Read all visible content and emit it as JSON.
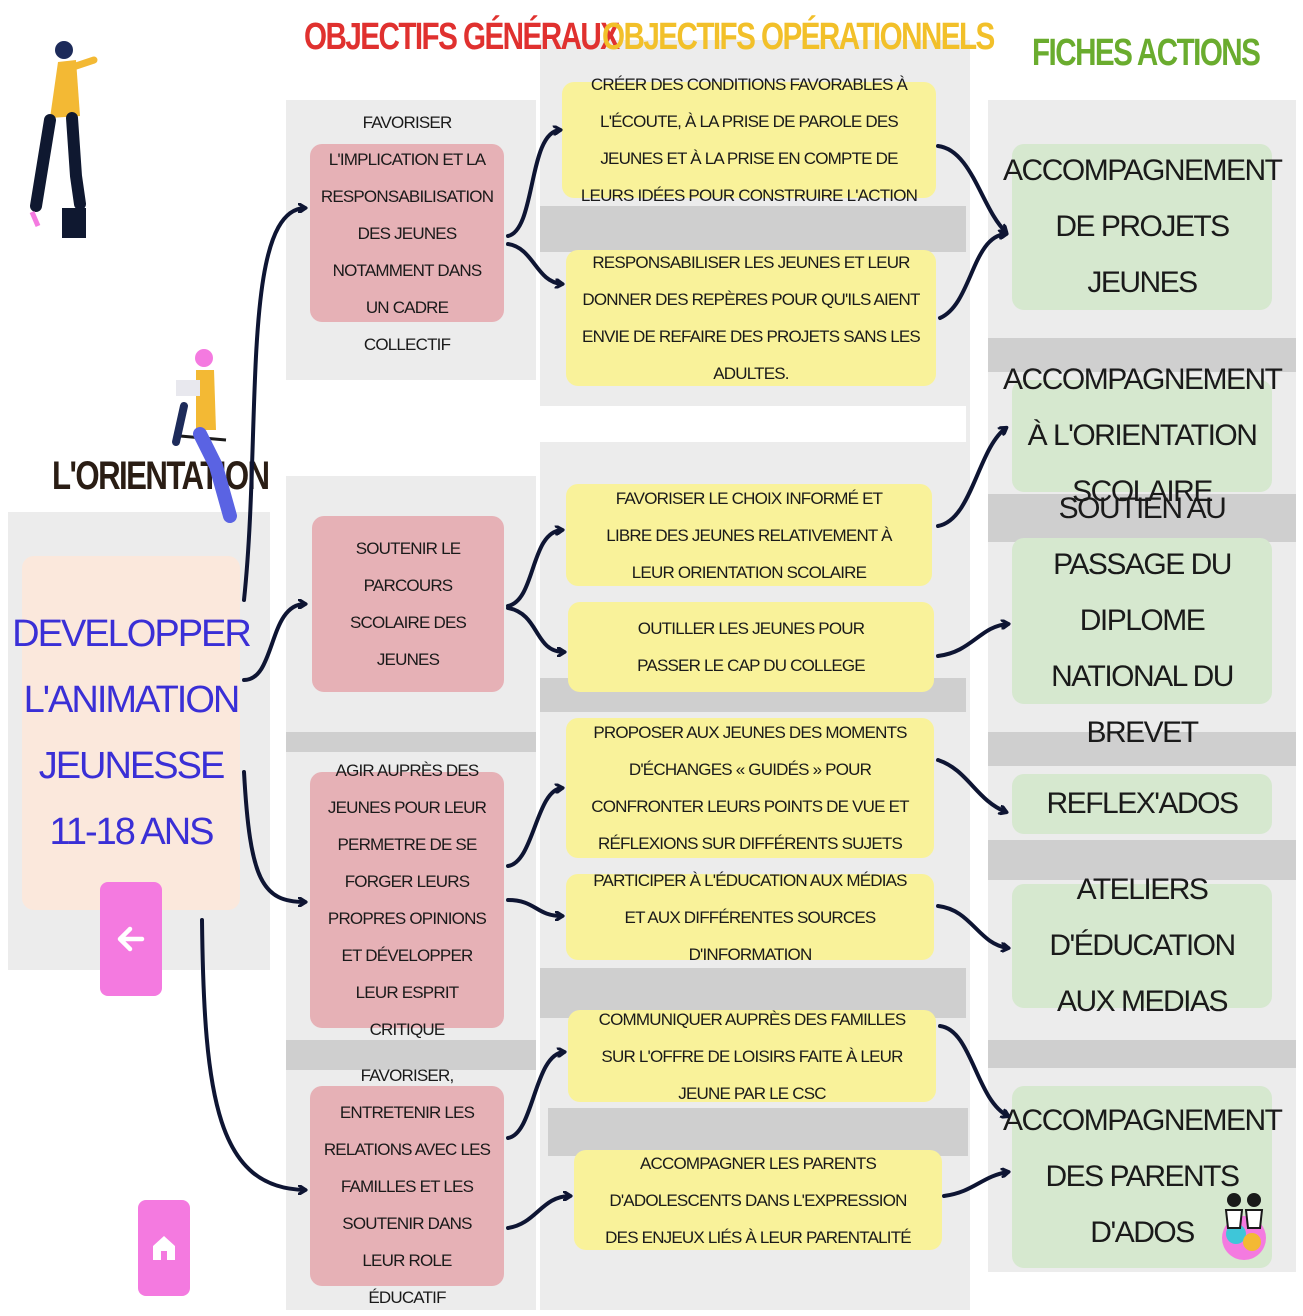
{
  "headings": {
    "general": "OBJECTIFS GÉNÉRAUX",
    "operational": "OBJECTIFS OPÉRATIONNELS",
    "actions": "FICHES ACTIONS",
    "orientation": "L'ORIENTATION"
  },
  "root": {
    "line1": "DEVELOPPER",
    "line2": "L'ANIMATION",
    "line3": "JEUNESSE",
    "line4": "11-18 ANS"
  },
  "general_objectives": [
    {
      "text": "FAVORISER L'IMPLICATION ET LA RESPONSABILISATION DES JEUNES NOTAMMENT DANS UN CADRE COLLECTIF"
    },
    {
      "text": "SOUTENIR LE PARCOURS SCOLAIRE DES JEUNES"
    },
    {
      "text": "AGIR AUPRÈS DES JEUNES POUR LEUR PERMETRE DE SE FORGER LEURS PROPRES OPINIONS ET DÉVELOPPER LEUR ESPRIT CRITIQUE"
    },
    {
      "text": "FAVORISER, ENTRETENIR LES RELATIONS AVEC LES FAMILLES ET LES SOUTENIR DANS LEUR ROLE ÉDUCATIF"
    }
  ],
  "operational_objectives": [
    {
      "text": "CRÉER DES CONDITIONS FAVORABLES À L'ÉCOUTE, À LA PRISE DE PAROLE DES JEUNES ET À LA PRISE EN COMPTE DE LEURS IDÉES POUR CONSTRUIRE L'ACTION"
    },
    {
      "text": "RESPONSABILISER LES JEUNES ET LEUR DONNER DES REPÈRES POUR QU'ILS AIENT ENVIE DE REFAIRE DES PROJETS SANS LES ADULTES."
    },
    {
      "text": "FAVORISER LE CHOIX INFORMÉ ET LIBRE DES JEUNES RELATIVEMENT À LEUR ORIENTATION SCOLAIRE"
    },
    {
      "text": "OUTILLER LES JEUNES POUR PASSER LE CAP DU COLLEGE"
    },
    {
      "text": "PROPOSER AUX JEUNES DES MOMENTS D'ÉCHANGES « GUIDÉS » POUR CONFRONTER LEURS POINTS DE VUE ET RÉFLEXIONS SUR DIFFÉRENTS SUJETS"
    },
    {
      "text": "PARTICIPER À L'ÉDUCATION AUX MÉDIAS ET AUX DIFFÉRENTES SOURCES D'INFORMATION"
    },
    {
      "text": "COMMUNIQUER AUPRÈS DES FAMILLES SUR L'OFFRE DE LOISIRS FAITE À LEUR JEUNE PAR LE CSC"
    },
    {
      "text": "ACCOMPAGNER LES PARENTS D'ADOLESCENTS DANS L'EXPRESSION DES ENJEUX LIÉS À LEUR PARENTALITÉ"
    }
  ],
  "action_sheets": [
    {
      "text": "ACCOMPAGNEMENT DE PROJETS JEUNES"
    },
    {
      "text": "ACCOMPAGNEMENT À L'ORIENTATION SCOLAIRE"
    },
    {
      "text": "SOUTIEN AU PASSAGE DU DIPLOME NATIONAL DU BREVET"
    },
    {
      "text": "REFLEX'ADOS"
    },
    {
      "text": "ATELIERS D'ÉDUCATION AUX MEDIAS"
    },
    {
      "text": "ACCOMPAGNEMENT DES PARENTS D'ADOS"
    }
  ],
  "nav": {
    "back_icon": "arrow-left-icon",
    "home_icon": "home-icon"
  },
  "colors": {
    "general_heading": "#e0312f",
    "operational_heading": "#f2c02a",
    "actions_heading": "#6aac2e",
    "general_box": "#e6b1b6",
    "operational_box": "#f9f29a",
    "action_box": "#d6e8cf",
    "root_box": "#fbe8dc",
    "root_text": "#3a2fd6",
    "nav_button": "#f47ae0",
    "arrow": "#0e1533"
  }
}
